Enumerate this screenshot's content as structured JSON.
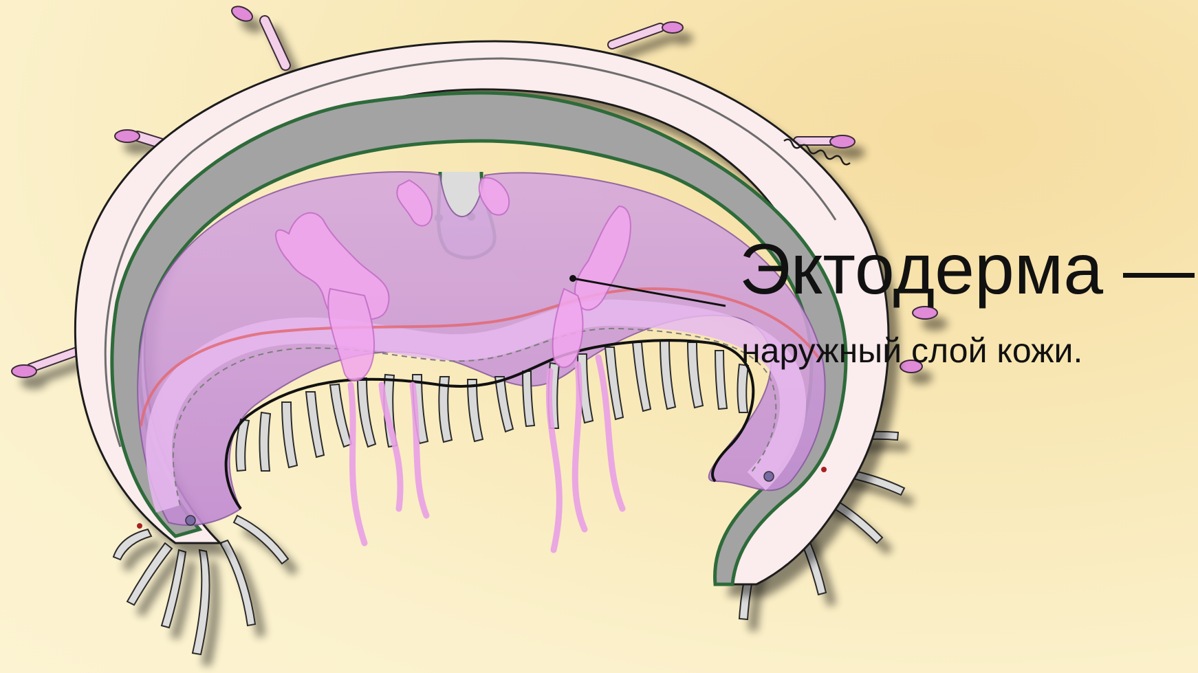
{
  "caption": {
    "title": "Эктодерма —",
    "subtitle": "наружный слой кожи."
  },
  "colors": {
    "background": "#f8e7b4",
    "bell_outer": "#fbecee",
    "mesoglea_gray": "#a3a3a3",
    "green_layer": "#2e6b3a",
    "pink_gonads": "#e99be3",
    "purple_cavity": "#c99bd6",
    "tentacle_tip": "#e08ad8",
    "red_canal": "#e26a74"
  },
  "icons": {
    "leader_dot": "black-dot-marker"
  }
}
